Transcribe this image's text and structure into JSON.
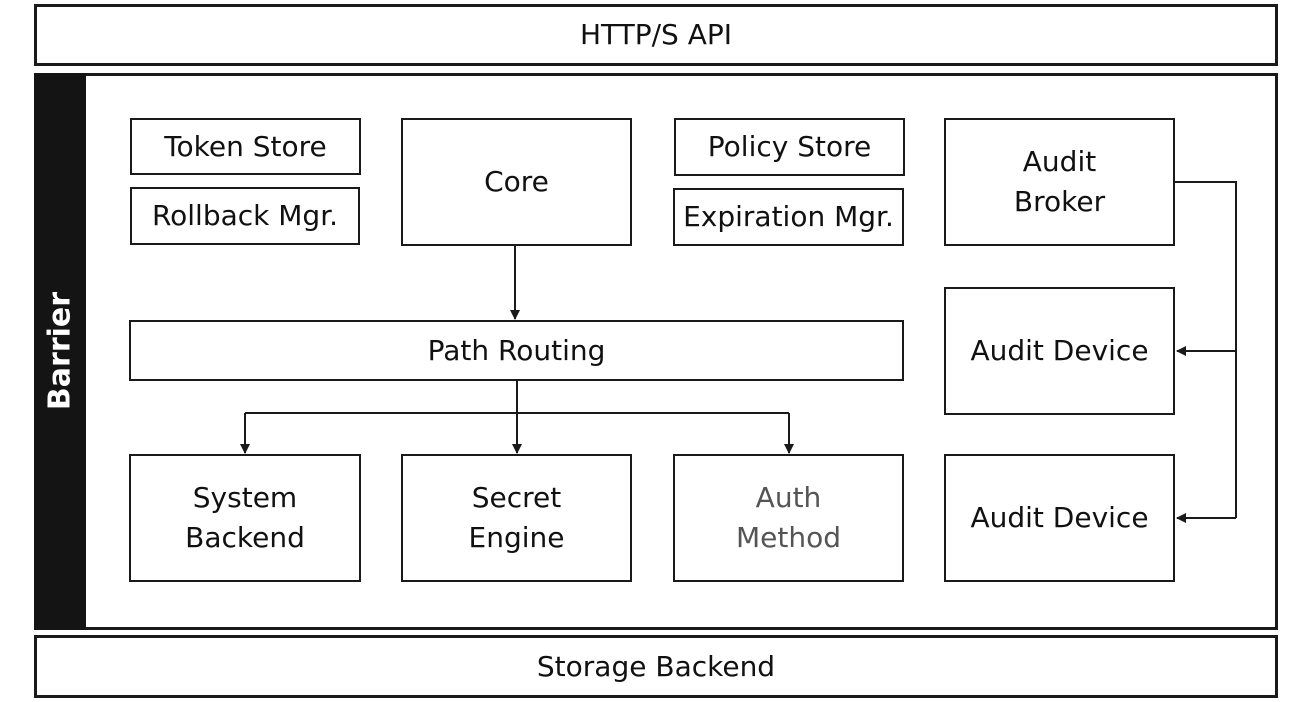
{
  "top_api": {
    "label": "HTTP/S API"
  },
  "barrier": {
    "label": "Barrier"
  },
  "components": {
    "token_store": "Token Store",
    "rollback_mgr": "Rollback Mgr.",
    "core": "Core",
    "policy_store": "Policy Store",
    "expiration_mgr": "Expiration Mgr.",
    "audit_broker": "Audit\nBroker",
    "path_routing": "Path Routing",
    "audit_device_1": "Audit Device",
    "audit_device_2": "Audit Device",
    "system_backend": "System\nBackend",
    "secret_engine": "Secret\nEngine",
    "auth_method": "Auth\nMethod"
  },
  "storage": {
    "label": "Storage Backend"
  },
  "colors": {
    "line": "#1a1a1a",
    "barrier_fill": "#141414",
    "muted_text": "#555555"
  }
}
